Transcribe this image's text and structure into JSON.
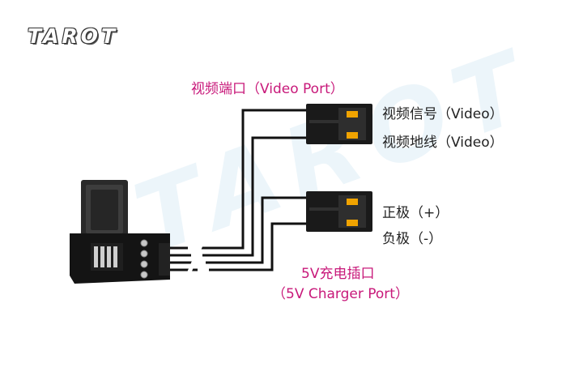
{
  "brand": {
    "logo_text": "TAROT",
    "watermark_text": "TAROT"
  },
  "labels": {
    "video_port": "视频端口（Video Port）",
    "video_signal": "视频信号（Video）",
    "video_ground": "视频地线（Video）",
    "positive": "正极（+）",
    "negative": "负极（-）",
    "charger_port_cn": "5V充电插口",
    "charger_port_en": "（5V Charger Port）"
  },
  "colors": {
    "accent": "#c8197a",
    "text": "#222222",
    "wire": "#111111",
    "pin": "#f0a300",
    "connector": "#1a1a1a",
    "pcb": "#151515"
  },
  "icons": {
    "usb_plug": "mini-usb-plug-icon",
    "video_connector": "two-pin-connector-icon",
    "power_connector": "two-pin-connector-icon"
  }
}
